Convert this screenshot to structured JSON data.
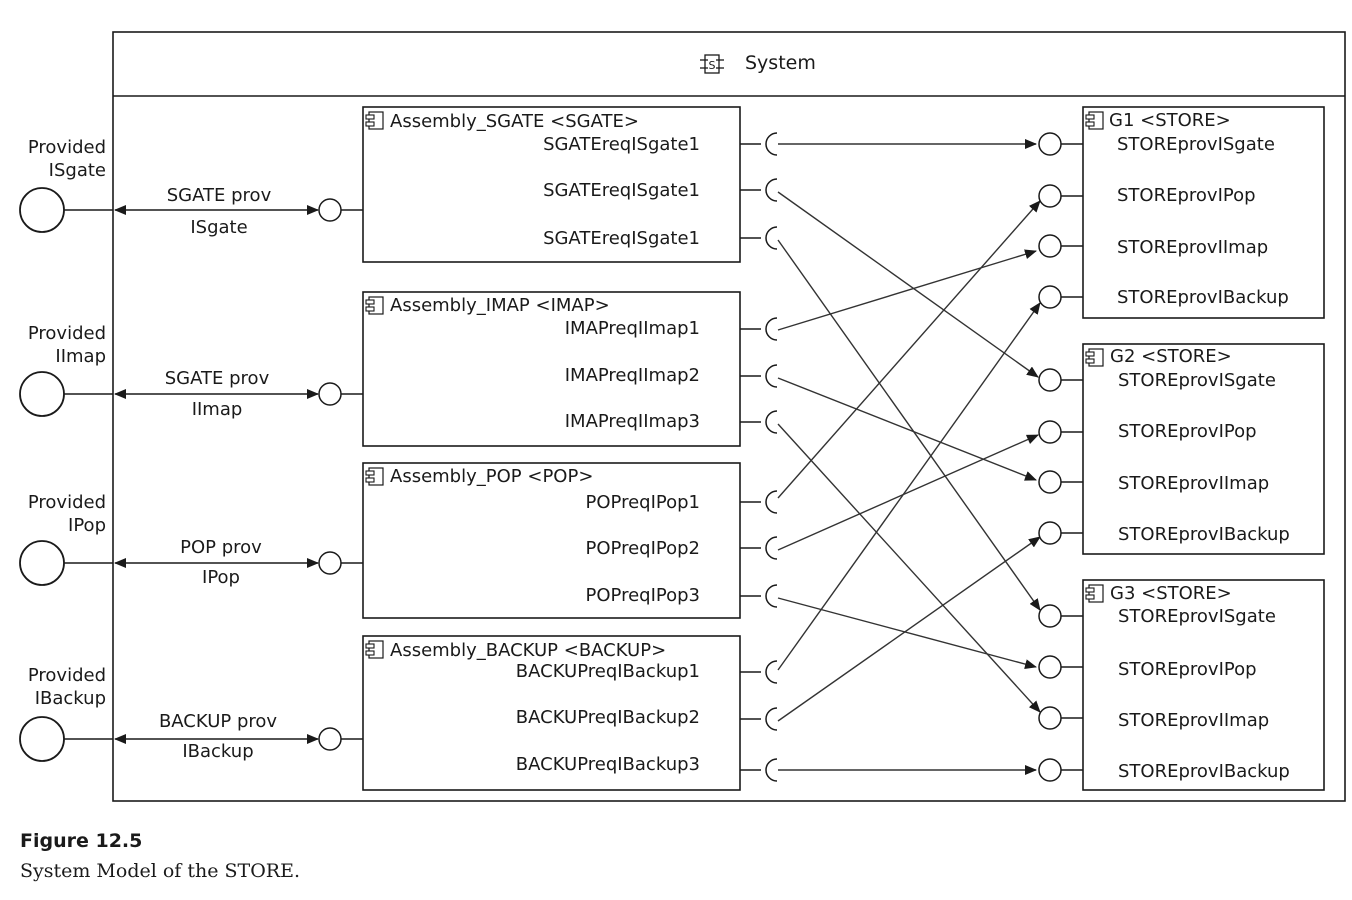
{
  "system": {
    "title": "System",
    "icon": "subsystem-icon"
  },
  "provided_ports": [
    {
      "label_line1": "Provided",
      "label_line2": "ISgate",
      "conn_line1": "SGATE prov",
      "conn_line2": "ISgate"
    },
    {
      "label_line1": "Provided",
      "label_line2": "IImap",
      "conn_line1": "SGATE prov",
      "conn_line2": "IImap"
    },
    {
      "label_line1": "Provided",
      "label_line2": "IPop",
      "conn_line1": "POP prov",
      "conn_line2": "IPop"
    },
    {
      "label_line1": "Provided",
      "label_line2": "IBackup",
      "conn_line1": "BACKUP prov",
      "conn_line2": "IBackup"
    }
  ],
  "assemblies": [
    {
      "title": "Assembly_SGATE <SGATE>",
      "ports": [
        "SGATEreqISgate1",
        "SGATEreqISgate1",
        "SGATEreqISgate1"
      ]
    },
    {
      "title": "Assembly_IMAP <IMAP>",
      "ports": [
        "IMAPreqIImap1",
        "IMAPreqIImap2",
        "IMAPreqIImap3"
      ]
    },
    {
      "title": "Assembly_POP <POP>",
      "ports": [
        "POPreqIPop1",
        "POPreqIPop2",
        "POPreqIPop3"
      ]
    },
    {
      "title": "Assembly_BACKUP <BACKUP>",
      "ports": [
        "BACKUPreqIBackup1",
        "BACKUPreqIBackup2",
        "BACKUPreqIBackup3"
      ]
    }
  ],
  "stores": [
    {
      "title": "G1 <STORE>",
      "ports": [
        "STOREprovISgate",
        "STOREprovIPop",
        "STOREprovIImap",
        "STOREprovIBackup"
      ]
    },
    {
      "title": "G2 <STORE>",
      "ports": [
        "STOREprovISgate",
        "STOREprovIPop",
        "STOREprovIImap",
        "STOREprovIBackup"
      ]
    },
    {
      "title": "G3 <STORE>",
      "ports": [
        "STOREprovISgate",
        "STOREprovIPop",
        "STOREprovIImap",
        "STOREprovIBackup"
      ]
    }
  ],
  "caption": {
    "title": "Figure 12.5",
    "text": "System Model of the STORE."
  }
}
